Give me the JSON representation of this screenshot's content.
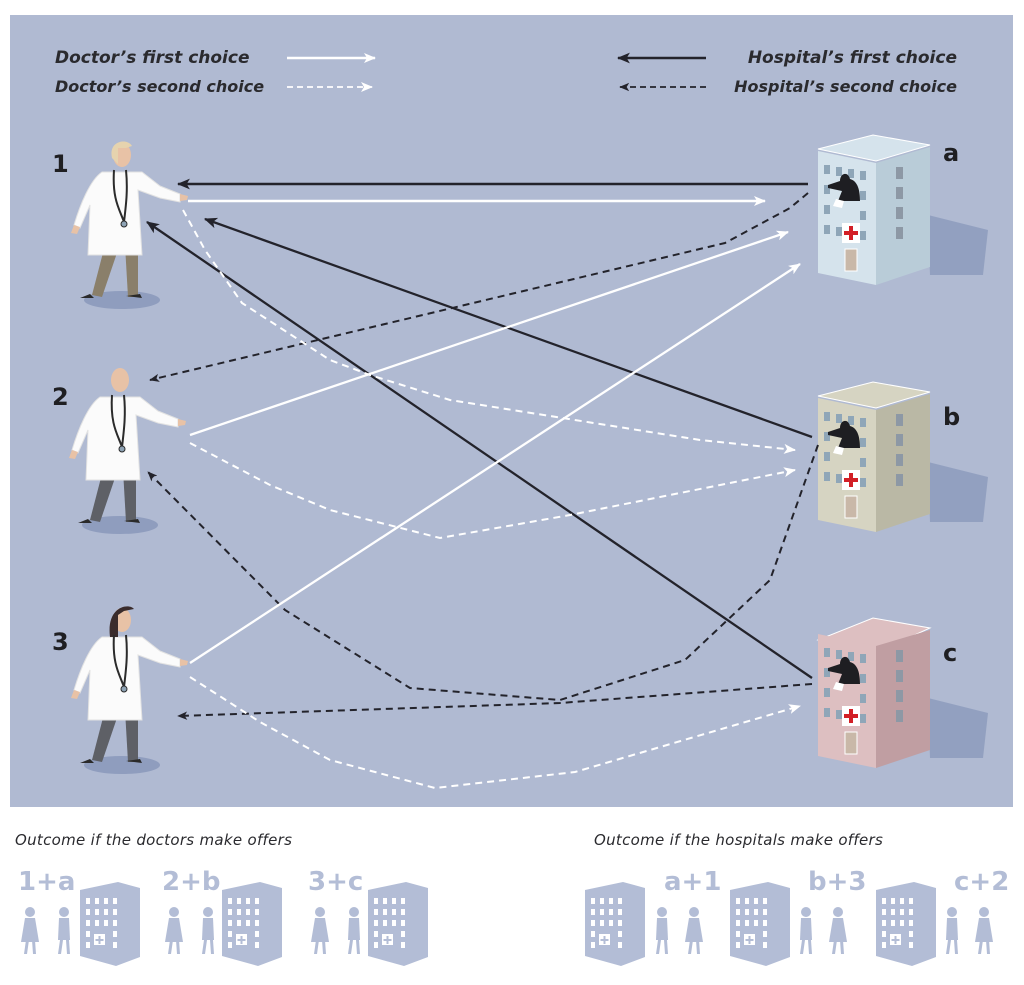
{
  "legend": {
    "doctor_first": "Doctor’s first choice",
    "doctor_second": "Doctor’s second choice",
    "hospital_first": "Hospital’s first choice",
    "hospital_second": "Hospital’s second choice"
  },
  "doctors": [
    {
      "id": "1",
      "label": "1",
      "hair": "blond",
      "pants": "khaki"
    },
    {
      "id": "2",
      "label": "2",
      "hair": "bald",
      "pants": "grey"
    },
    {
      "id": "3",
      "label": "3",
      "hair": "dark",
      "pants": "grey"
    }
  ],
  "hospitals": [
    {
      "id": "a",
      "label": "a",
      "color": "#D5E3EC",
      "side": "#B9CCD8"
    },
    {
      "id": "b",
      "label": "b",
      "color": "#D6D4C2",
      "side": "#BAB8A5"
    },
    {
      "id": "c",
      "label": "c",
      "color": "#DDBFC1",
      "side": "#C09EA2"
    }
  ],
  "preferences": {
    "doctor_first": [
      [
        "1",
        "a"
      ],
      [
        "2",
        "a"
      ],
      [
        "3",
        "a"
      ]
    ],
    "doctor_second": [
      [
        "1",
        "b"
      ],
      [
        "2",
        "b"
      ],
      [
        "3",
        "c"
      ]
    ],
    "hospital_first": [
      [
        "a",
        "1"
      ],
      [
        "b",
        "1"
      ],
      [
        "c",
        "1"
      ]
    ],
    "hospital_second": [
      [
        "a",
        "2"
      ],
      [
        "b",
        "2"
      ],
      [
        "c",
        "3"
      ]
    ]
  },
  "colors": {
    "panel": "#B0BAD2",
    "doctor_arrow": "#FFFFFF",
    "hospital_arrow": "#23232B",
    "outcome_icon": "#B3BDD6",
    "red_cross": "#D21F26"
  },
  "outcomes": {
    "doctors_title": "Outcome if the doctors make offers",
    "hospitals_title": "Outcome if the hospitals make offers",
    "doctors_pairs": [
      "1+a",
      "2+b",
      "3+c"
    ],
    "hospitals_pairs": [
      "a+1",
      "b+3",
      "c+2"
    ]
  }
}
